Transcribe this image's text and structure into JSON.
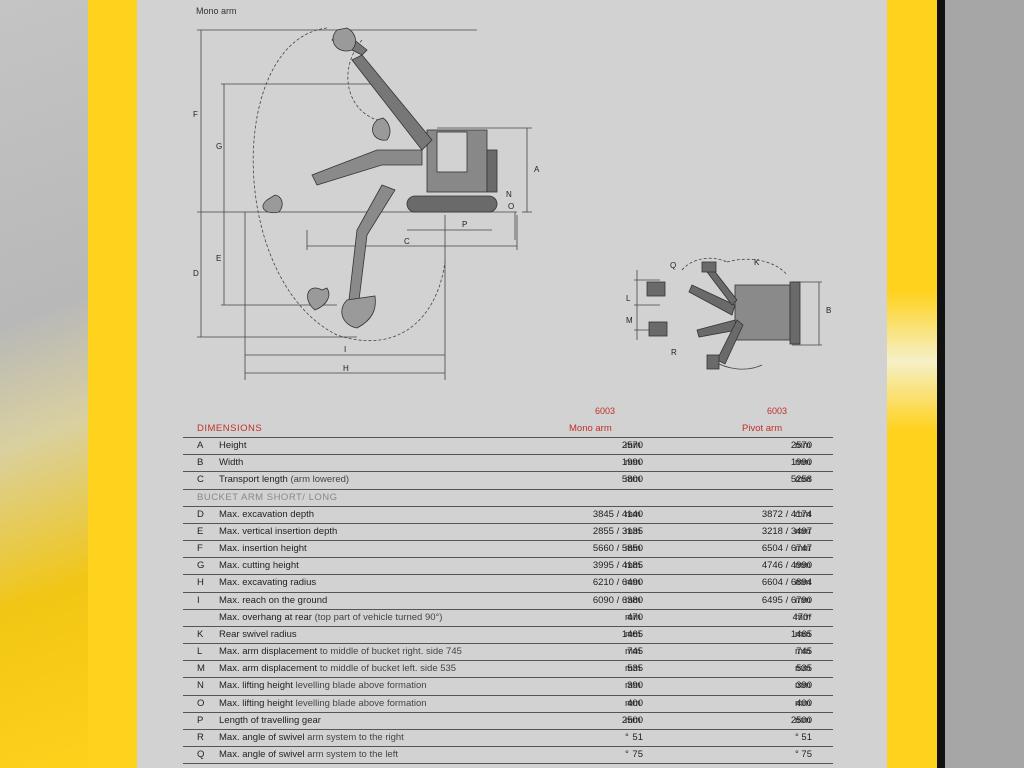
{
  "caption": "Mono arm",
  "diagram_labels": {
    "side": [
      "F",
      "G",
      "D",
      "E",
      "A",
      "N",
      "O",
      "P",
      "C",
      "I",
      "H"
    ],
    "top": [
      "Q",
      "K",
      "L",
      "M",
      "B",
      "R"
    ]
  },
  "models": {
    "col1": "6003",
    "col2": "6003"
  },
  "headers": {
    "section": "DIMENSIONS",
    "col1": "Mono arm",
    "col2": "Pivot arm"
  },
  "section2": "BUCKET ARM SHORT/ LONG",
  "rows_a": [
    {
      "code": "A",
      "label": "Height",
      "sub": "",
      "v1": "2570",
      "u1": "mm",
      "v2": "2570",
      "u2": "mm"
    },
    {
      "code": "B",
      "label": "Width",
      "sub": "",
      "v1": "1990",
      "u1": "mm",
      "v2": "1990",
      "u2": "mm"
    },
    {
      "code": "C",
      "label": "Transport length",
      "sub": " (arm lowered)",
      "v1": "5800",
      "u1": "mm",
      "v2": "5258",
      "u2": "mm"
    }
  ],
  "rows_b": [
    {
      "code": "D",
      "label": "Max. excavation depth",
      "sub": "",
      "v1": "3845 / 4140",
      "u1": "mm",
      "v2": "3872 / 4174",
      "u2": "mm"
    },
    {
      "code": "E",
      "label": "Max. vertical insertion depth",
      "sub": "",
      "v1": "2855 / 3135",
      "u1": "mm",
      "v2": "3218 / 3497",
      "u2": "mm"
    },
    {
      "code": "F",
      "label": "Max. insertion height",
      "sub": "",
      "v1": "5660 / 5850",
      "u1": "mm",
      "v2": "6504 / 6747",
      "u2": "mm"
    },
    {
      "code": "G",
      "label": "Max. cutting height",
      "sub": "",
      "v1": "3995 / 4185",
      "u1": "mm",
      "v2": "4746 / 4990",
      "u2": "mm"
    },
    {
      "code": "H",
      "label": "Max. excavating radius",
      "sub": "",
      "v1": "6210 / 6490",
      "u1": "mm",
      "v2": "6604 / 6894",
      "u2": "mm"
    },
    {
      "code": "I",
      "label": "Max. reach on the ground",
      "sub": "",
      "v1": "6090 / 6380",
      "u1": "mm",
      "v2": "6495 / 6790",
      "u2": "mm"
    },
    {
      "code": "",
      "label": "Max. overhang at rear",
      "sub": " (top part of vehicle turned 90°)",
      "v1": "470",
      "u1": "mm",
      "v2": "470*",
      "u2": "mm"
    },
    {
      "code": "K",
      "label": "Rear swivel radius",
      "sub": "",
      "v1": "1465",
      "u1": "mm",
      "v2": "1465",
      "u2": "mm"
    },
    {
      "code": "L",
      "label": "Max. arm displacement",
      "sub": " to middle of bucket right. side 745",
      "v1": "745",
      "u1": "mm",
      "v2": "745",
      "u2": "mm"
    },
    {
      "code": "M",
      "label": "Max. arm displacement",
      "sub": " to middle of bucket left. side 535",
      "v1": "535",
      "u1": "mm",
      "v2": "535",
      "u2": "mm"
    },
    {
      "code": "N",
      "label": "Max. lifting height",
      "sub": " levelling blade above formation",
      "v1": "390",
      "u1": "mm",
      "v2": "390",
      "u2": "mm"
    },
    {
      "code": "O",
      "label": "Max. lifting height",
      "sub": " levelling blade above formation",
      "v1": "400",
      "u1": "mm",
      "v2": "400",
      "u2": "mm"
    },
    {
      "code": "P",
      "label": "Length of travelling gear",
      "sub": "",
      "v1": "2500",
      "u1": "mm",
      "v2": "2500",
      "u2": "mm"
    },
    {
      "code": "R",
      "label": "Max. angle of swivel",
      "sub": " arm system to the right",
      "v1": "51",
      "u1": "°",
      "v2": "51",
      "u2": "°"
    },
    {
      "code": "Q",
      "label": "Max. angle of swivel",
      "sub": " arm system to the left",
      "v1": "75",
      "u1": "°",
      "v2": "75",
      "u2": "°"
    }
  ]
}
